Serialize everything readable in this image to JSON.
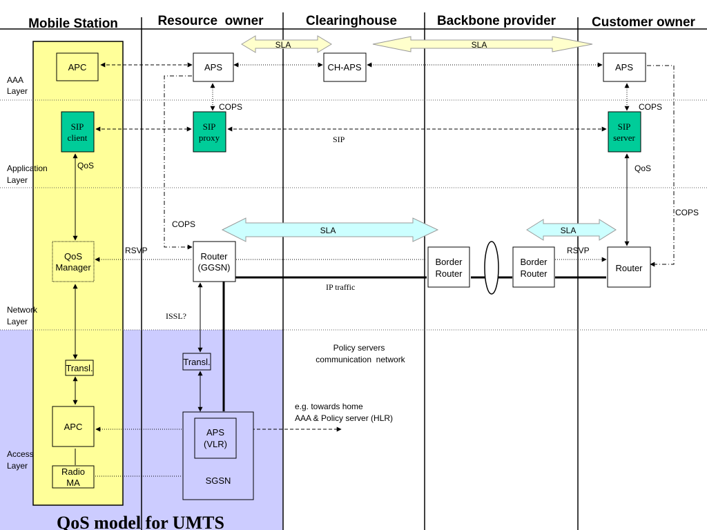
{
  "columns": {
    "mobile_station": "Mobile Station",
    "resource_owner": "Resource  owner",
    "clearinghouse": "Clearinghouse",
    "backbone_provider": "Backbone provider",
    "customer_owner": "Customer owner"
  },
  "layers": {
    "aaa": [
      "AAA",
      "Layer"
    ],
    "application": [
      "Application",
      "Layer"
    ],
    "network": [
      "Network",
      "Layer"
    ],
    "access": [
      "Access",
      "Layer"
    ]
  },
  "nodes": {
    "ms_apc_top": [
      "APC"
    ],
    "ms_sip_client": [
      "SIP",
      "client"
    ],
    "ms_qos_manager": [
      "QoS",
      "Manager"
    ],
    "ms_transl": [
      "Transl."
    ],
    "ms_apc_bottom": [
      "APC"
    ],
    "ms_radio_ma": [
      "Radio",
      "MA"
    ],
    "ro_aps": [
      "APS"
    ],
    "ro_sip_proxy": [
      "SIP",
      "proxy"
    ],
    "ro_router": [
      "Router",
      "(GGSN)"
    ],
    "ro_transl": [
      "Transl."
    ],
    "ro_aps_vlr": [
      "APS",
      "(VLR)"
    ],
    "ro_sgsn": [
      "SGSN"
    ],
    "ch_aps": [
      "CH-APS"
    ],
    "bb_border_router_1": [
      "Border",
      "Router"
    ],
    "bb_border_router_2": [
      "Border",
      "Router"
    ],
    "co_aps": [
      "APS"
    ],
    "co_sip_server": [
      "SIP",
      "server"
    ],
    "co_router": [
      "Router"
    ]
  },
  "labels": {
    "sla_top_left": "SLA",
    "sla_top_right": "SLA",
    "sla_mid_left": "SLA",
    "sla_mid_right": "SLA",
    "cops_ro": "COPS",
    "cops_co": "COPS",
    "cops_left_loop": "COPS",
    "cops_right_loop": "COPS",
    "sip": "SIP",
    "qos_ms": "QoS",
    "qos_co": "QoS",
    "rsvp_ms": "RSVP",
    "rsvp_co": "RSVP",
    "ip_traffic": "IP traffic",
    "issl": "ISSL?",
    "policy_servers": [
      "Policy servers",
      "communication  network"
    ],
    "home_aaa": [
      "e.g. towards home",
      "AAA & Policy server (HLR)"
    ]
  },
  "title": "QoS model for UMTS",
  "colors": {
    "mobile_station_bg": "#ffff99",
    "access_layer_bg": "#ccccff",
    "sip_node": "#00cc99",
    "sla_arrow_yellow": "#ffffcc",
    "sla_arrow_cyan": "#ccffff"
  }
}
